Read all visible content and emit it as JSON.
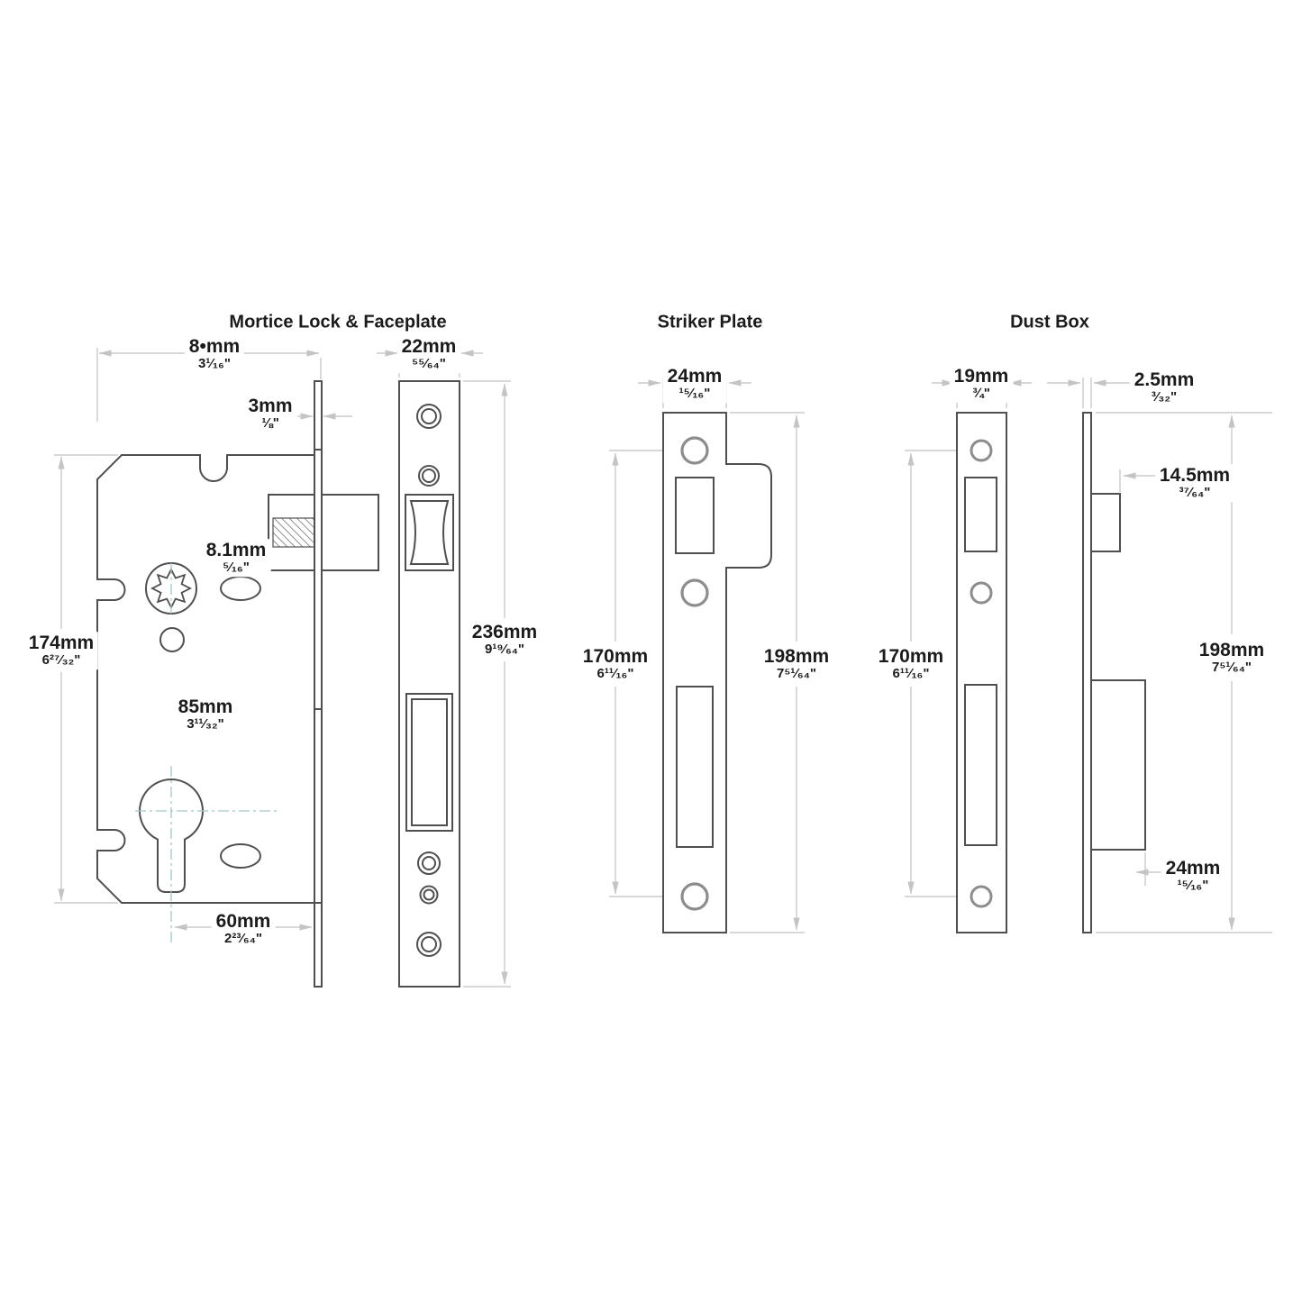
{
  "page": {
    "background": "#ffffff"
  },
  "colors": {
    "drawing_line": "#4f4f4f",
    "dimension_line": "#c9c9c9",
    "screw_hole_line": "#8d8d8d",
    "centerline": "#a9c6c6",
    "label_text": "#1b1b1b"
  },
  "sections": {
    "mortice": {
      "title": "Mortice Lock & Faceplate",
      "dims": {
        "case_depth": {
          "mm": "8•mm",
          "inch": "3¹⁄₁₆\""
        },
        "faceplate_thickness": {
          "mm": "3mm",
          "inch": "⅛\""
        },
        "spindle_square": {
          "mm": "8.1mm",
          "inch": "⁵⁄₁₆\""
        },
        "case_height": {
          "mm": "174mm",
          "inch": "6²⁷⁄₃₂\""
        },
        "centres": {
          "mm": "85mm",
          "inch": "3¹¹⁄₃₂\""
        },
        "backset": {
          "mm": "60mm",
          "inch": "2²³⁄₆₄\""
        },
        "faceplate_width": {
          "mm": "22mm",
          "inch": "⁵⁵⁄₆₄\""
        },
        "faceplate_height": {
          "mm": "236mm",
          "inch": "9¹⁹⁄₆₄\""
        }
      }
    },
    "striker": {
      "title": "Striker Plate",
      "dims": {
        "width": {
          "mm": "24mm",
          "inch": "¹⁵⁄₁₆\""
        },
        "hole_span": {
          "mm": "170mm",
          "inch": "6¹¹⁄₁₆\""
        },
        "height": {
          "mm": "198mm",
          "inch": "7⁵¹⁄₆₄\""
        }
      }
    },
    "dustbox": {
      "title": "Dust Box",
      "dims": {
        "width": {
          "mm": "19mm",
          "inch": "¾\""
        },
        "plate_thickness": {
          "mm": "2.5mm",
          "inch": "³⁄₃₂\""
        },
        "latch_box_depth": {
          "mm": "14.5mm",
          "inch": "³⁷⁄₆₄\""
        },
        "hole_span": {
          "mm": "170mm",
          "inch": "6¹¹⁄₁₆\""
        },
        "height": {
          "mm": "198mm",
          "inch": "7⁵¹⁄₆₄\""
        },
        "bolt_box_depth": {
          "mm": "24mm",
          "inch": "¹⁵⁄₁₆\""
        }
      }
    }
  }
}
